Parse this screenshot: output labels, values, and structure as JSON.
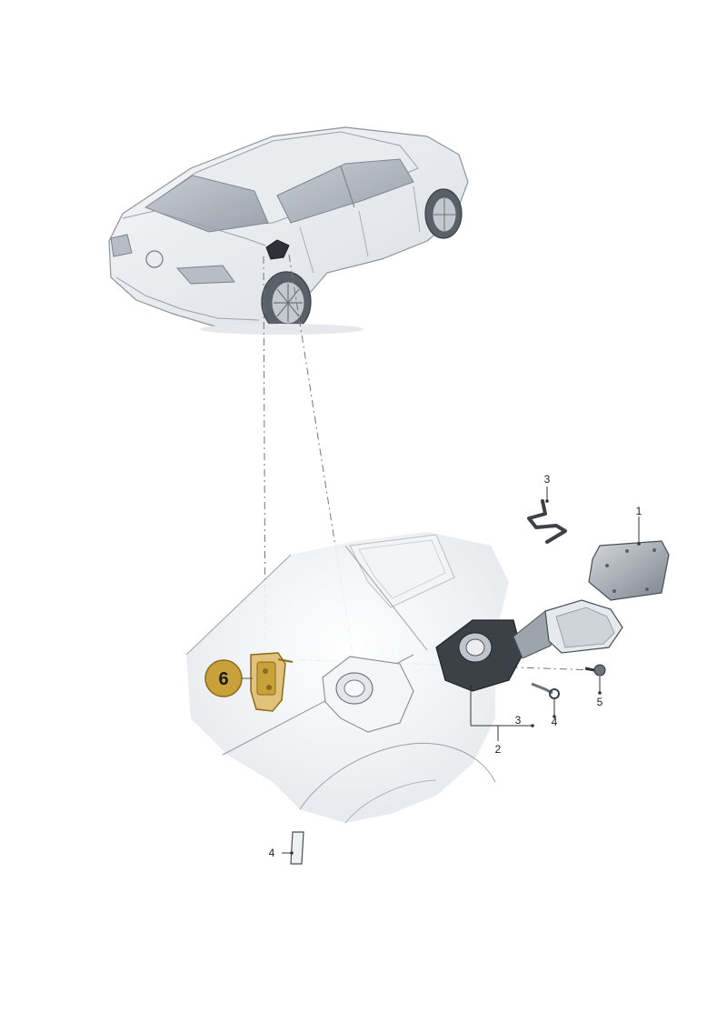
{
  "diagram": {
    "labels": {
      "part_1": "1",
      "part_2": "2",
      "part_3_clip": "3",
      "part_3_brace": "3",
      "part_4_cable": "4",
      "part_4_hose": "4",
      "part_5": "5",
      "part_6_highlight": "6"
    },
    "colors": {
      "highlight_fill": "#c9a13a",
      "highlight_stroke": "#8a6a1c",
      "line": "#555555",
      "body_light": "#eef0f3",
      "body_mid": "#cfd4da",
      "body_dark": "#4a4f57",
      "part_grey": "#8a9099"
    }
  }
}
